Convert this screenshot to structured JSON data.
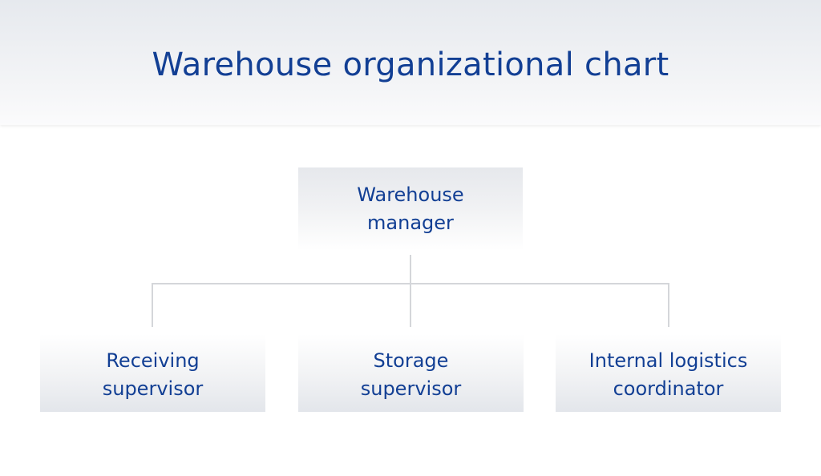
{
  "title": "Warehouse organizational chart",
  "colors": {
    "text": "#123f94",
    "connector": "#d4d6da",
    "header_top": "#e6e9ee",
    "box_shade": "#e3e6eb"
  },
  "root": {
    "label": "Warehouse\nmanager"
  },
  "children": [
    {
      "label": "Receiving\nsupervisor"
    },
    {
      "label": "Storage\nsupervisor"
    },
    {
      "label": "Internal logistics\ncoordinator"
    }
  ]
}
